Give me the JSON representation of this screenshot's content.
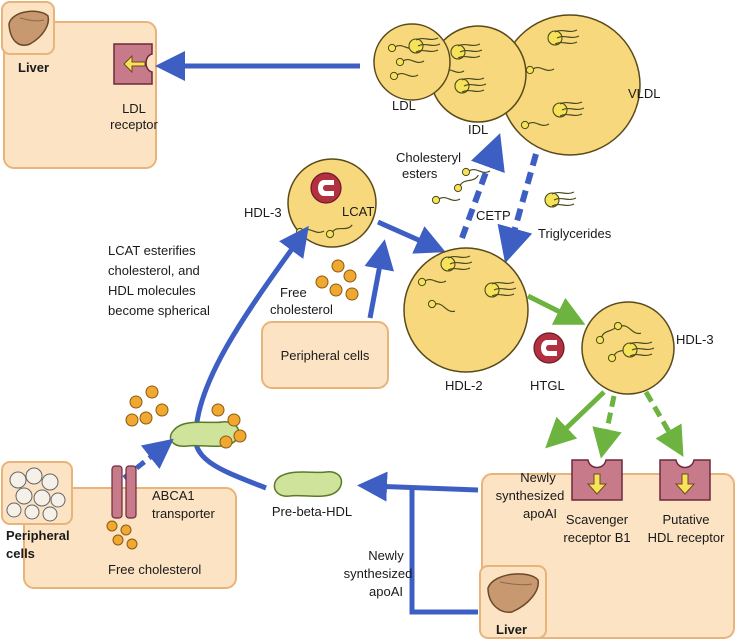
{
  "colors": {
    "box_fill": "#fbe3c4",
    "box_stroke": "#e8b47a",
    "particle_fill": "#f7d87c",
    "particle_stroke": "#5a4a1a",
    "receptor_fill": "#c77b8a",
    "receptor_stroke": "#6b2a3a",
    "blue_arrow": "#3d5fc4",
    "green_arrow": "#6db33f",
    "dot_fill": "#f0a830",
    "prebeta_fill": "#cfe39a",
    "liver_fill": "#c89870"
  },
  "icons": {
    "liver": "liver-icon",
    "cells": "peripheral-cells-icon",
    "receptor": "receptor-icon",
    "enzyme": "enzyme-icon"
  },
  "labels": {
    "liver_top": "Liver",
    "ldl_receptor_1": "LDL",
    "ldl_receptor_2": "receptor",
    "ldl": "LDL",
    "idl": "IDL",
    "vldl": "VLDL",
    "cholesteryl_1": "Cholesteryl",
    "cholesteryl_2": "esters",
    "cetp": "CETP",
    "triglycerides": "Triglycerides",
    "hdl3_left": "HDL-3",
    "lcat": "LCAT",
    "lcat_note_1": "LCAT esterifies",
    "lcat_note_2": "cholesterol, and",
    "lcat_note_3": "HDL molecules",
    "lcat_note_4": "become spherical",
    "free_chol_1": "Free",
    "free_chol_2": "cholesterol",
    "peripheral_cells_mid": "Peripheral cells",
    "hdl2": "HDL-2",
    "htgl": "HTGL",
    "hdl3_right": "HDL-3",
    "newly_1": "Newly",
    "newly_2": "synthesized",
    "newly_3": "apoAI",
    "scavenger_1": "Scavenger",
    "scavenger_2": "receptor B1",
    "putative_1": "Putative",
    "putative_2": "HDL receptor",
    "pre_beta": "Pre-beta-HDL",
    "newly_b_1": "Newly",
    "newly_b_2": "synthesized",
    "newly_b_3": "apoAI",
    "liver_bottom": "Liver",
    "peripheral_1": "Peripheral",
    "peripheral_2": "cells",
    "abca1_1": "ABCA1",
    "abca1_2": "transporter",
    "free_chol_bottom": "Free cholesterol"
  }
}
